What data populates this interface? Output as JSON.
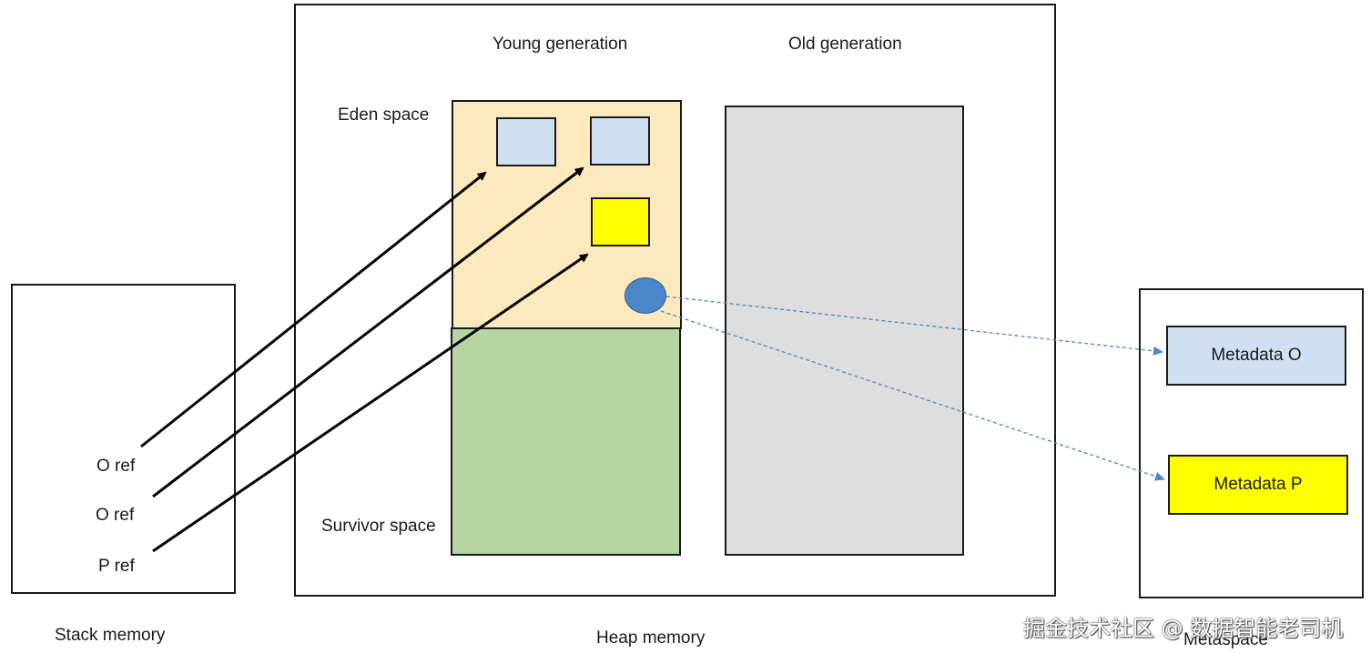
{
  "stack": {
    "caption": "Stack memory",
    "refs": [
      "O ref",
      "O ref",
      "P ref"
    ]
  },
  "heap": {
    "caption": "Heap memory",
    "young_generation": "Young generation",
    "old_generation": "Old generation",
    "eden_space": "Eden space",
    "survivor_space": "Survivor space"
  },
  "metaspace": {
    "caption": "Metaspace",
    "metadata_o": "Metadata O",
    "metadata_p": "Metadata P"
  },
  "watermark": "掘金技术社区 @ 数据智能老司机",
  "colors": {
    "eden": "#fde9bd",
    "survivor": "#b5d6a2",
    "old": "#dedede",
    "object_o": "#d0e0f2",
    "object_p": "#ffff00",
    "class_dot": "#4a86c8",
    "ref_arrow": "#000000",
    "meta_arrow": "#4a86c8"
  }
}
